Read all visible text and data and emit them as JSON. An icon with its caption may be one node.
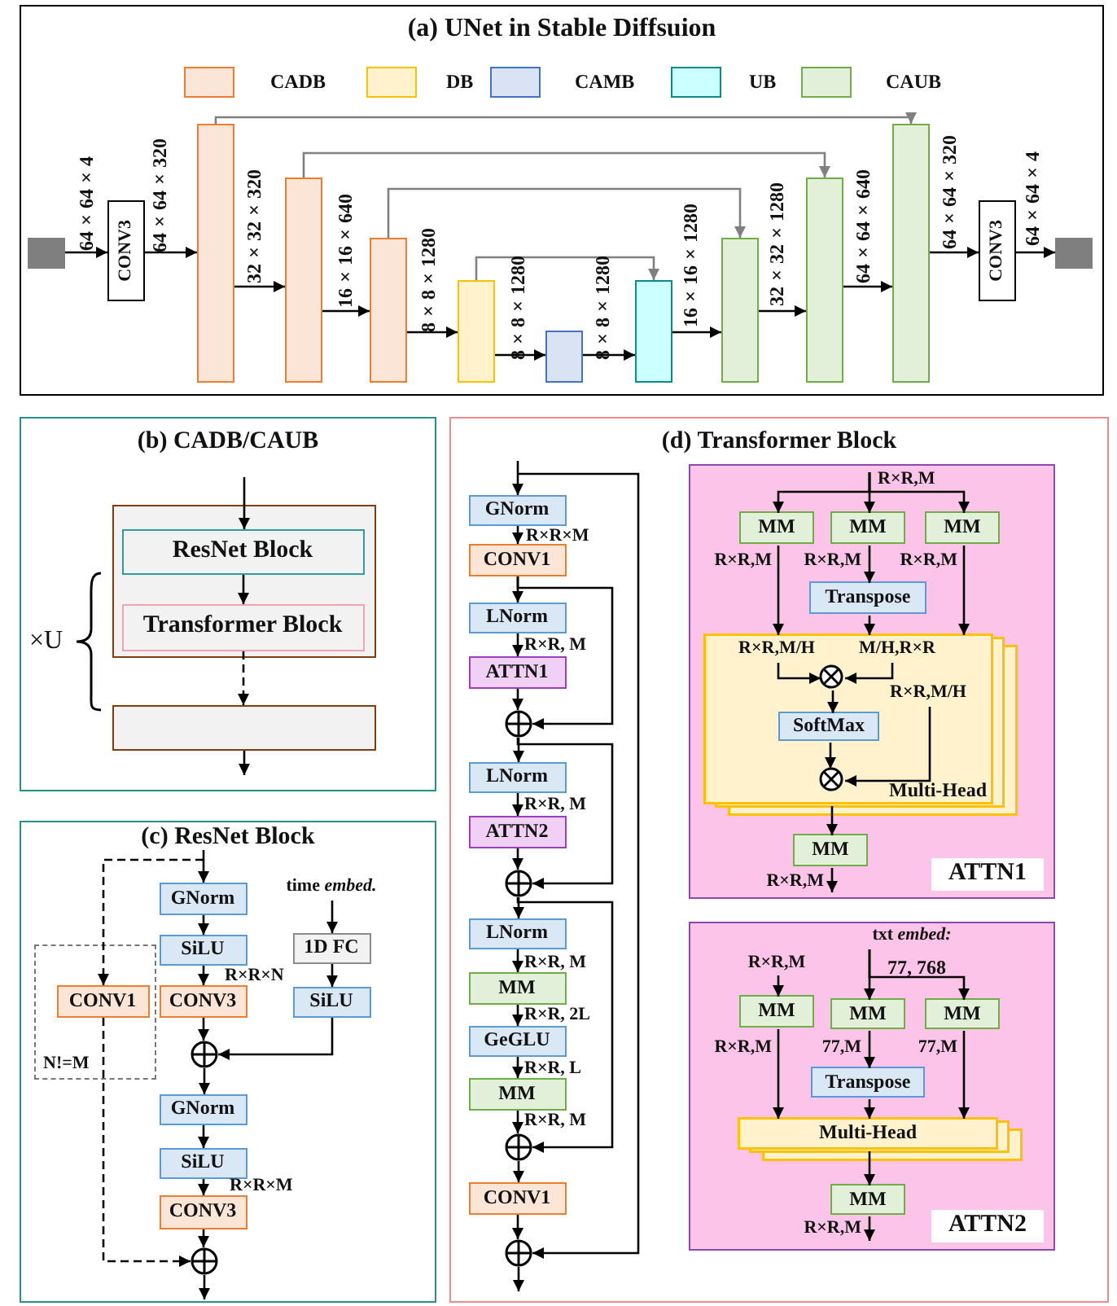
{
  "diagram": {
    "nodes": [
      {
        "text": [
          "(a) UNet in Stable Diffsuion"
        ]
      },
      {
        "text": [],
        "shape": "box",
        "in": 0
      },
      {
        "text": [
          "CONV3"
        ],
        "in": 0
      },
      {
        "text": [],
        "shape": "box",
        "in": 0
      },
      {
        "text": [],
        "shape": "box",
        "in": 0
      },
      {
        "text": [],
        "shape": "box",
        "in": 0
      },
      {
        "text": [],
        "shape": "box",
        "in": 0
      },
      {
        "text": [],
        "shape": "box",
        "in": 0
      },
      {
        "text": [],
        "shape": "box",
        "in": 0
      },
      {
        "text": [],
        "shape": "box",
        "in": 0
      },
      {
        "text": [],
        "shape": "box",
        "in": 0
      },
      {
        "text": [],
        "shape": "box",
        "in": 0
      },
      {
        "text": [
          "CONV3"
        ],
        "in": 0
      },
      {
        "text": [],
        "shape": "box",
        "in": 0
      },
      {
        "text": [
          "(b) CADB/CAUB"
        ]
      },
      {
        "text": [],
        "shape": "box",
        "in": 14
      },
      {
        "text": [
          "ResNet Block"
        ],
        "in": 15
      },
      {
        "text": [
          "Transformer Block"
        ],
        "in": 15
      },
      {
        "text": [],
        "shape": "box",
        "in": 14
      },
      {
        "text": [
          "(c) ResNet Block"
        ]
      },
      {
        "text": [
          "N!=M"
        ],
        "in": 19
      },
      {
        "text": [
          "CONV1"
        ],
        "in": 20
      },
      {
        "text": [
          "GNorm"
        ],
        "in": 19
      },
      {
        "text": [
          "time *embed.*"
        ],
        "in": 19
      },
      {
        "text": [
          "SiLU"
        ],
        "in": 19
      },
      {
        "text": [
          "1D FC"
        ],
        "in": 19
      },
      {
        "text": [
          "CONV3"
        ],
        "in": 19
      },
      {
        "text": [
          "SiLU"
        ],
        "in": 19
      },
      {
        "text": [],
        "shape": "circle",
        "in": 19
      },
      {
        "text": [
          "GNorm"
        ],
        "in": 19
      },
      {
        "text": [
          "SiLU"
        ],
        "in": 19
      },
      {
        "text": [
          "CONV3"
        ],
        "in": 19
      },
      {
        "text": [],
        "shape": "circle",
        "in": 19
      },
      {
        "text": [
          "(d) Transformer Block"
        ]
      },
      {
        "text": [
          "GNorm"
        ],
        "in": 33
      },
      {
        "text": [
          "CONV1"
        ],
        "in": 33
      },
      {
        "text": [
          "LNorm"
        ],
        "in": 33
      },
      {
        "text": [
          "ATTN1"
        ],
        "in": 33
      },
      {
        "text": [],
        "shape": "circle",
        "in": 33
      },
      {
        "text": [
          "LNorm"
        ],
        "in": 33
      },
      {
        "text": [
          "ATTN2"
        ],
        "in": 33
      },
      {
        "text": [],
        "shape": "circle",
        "in": 33
      },
      {
        "text": [
          "LNorm"
        ],
        "in": 33
      },
      {
        "text": [
          "MM"
        ],
        "in": 33
      },
      {
        "text": [
          "GeGLU"
        ],
        "in": 33
      },
      {
        "text": [
          "MM"
        ],
        "in": 33
      },
      {
        "text": [],
        "shape": "circle",
        "in": 33
      },
      {
        "text": [
          "CONV1"
        ],
        "in": 33
      },
      {
        "text": [],
        "shape": "circle",
        "in": 33
      },
      {
        "text": [
          "ATTN1"
        ],
        "in": 33
      },
      {
        "text": [
          "MM"
        ],
        "in": 49
      },
      {
        "text": [
          "MM"
        ],
        "in": 49
      },
      {
        "text": [
          "MM"
        ],
        "in": 49
      },
      {
        "text": [
          "Transpose"
        ],
        "in": 49
      },
      {
        "text": [
          "Multi-Head"
        ],
        "in": 49
      },
      {
        "text": [
          "R×R,M/H"
        ],
        "in": 54
      },
      {
        "text": [
          "M/H,R×R"
        ],
        "in": 54
      },
      {
        "text": [],
        "shape": "circle",
        "in": 54
      },
      {
        "text": [
          "R×R,M/H"
        ],
        "in": 54
      },
      {
        "text": [
          "SoftMax"
        ],
        "in": 54
      },
      {
        "text": [],
        "shape": "circle",
        "in": 54
      },
      {
        "text": [
          "MM"
        ],
        "in": 49
      },
      {
        "text": [
          "ATTN2"
        ],
        "in": 33
      },
      {
        "text": [
          "R×R,M"
        ],
        "in": 62
      },
      {
        "text": [
          "txt *embed:*"
        ],
        "in": 62
      },
      {
        "text": [
          "MM"
        ],
        "in": 62
      },
      {
        "text": [
          "MM"
        ],
        "in": 62
      },
      {
        "text": [
          "MM"
        ],
        "in": 62
      },
      {
        "text": [
          "Transpose"
        ],
        "in": 62
      },
      {
        "text": [
          "Multi-Head"
        ],
        "in": 62
      },
      {
        "text": [
          "MM"
        ],
        "in": 62
      }
    ],
    "edges": [
      {
        "from": 1,
        "to": 2,
        "arrow": "to",
        "label": "64×64×4"
      },
      {
        "from": 2,
        "to": 3,
        "arrow": "to",
        "label": "64×64×320"
      },
      {
        "from": 3,
        "to": 4,
        "arrow": "to",
        "label": "32×32×320"
      },
      {
        "from": 4,
        "to": 5,
        "arrow": "to",
        "label": "16×16×640"
      },
      {
        "from": 5,
        "to": 6,
        "arrow": "to",
        "label": "8×8×1280"
      },
      {
        "from": 6,
        "to": 7,
        "arrow": "to",
        "label": "8×8×1280"
      },
      {
        "from": 7,
        "to": 8,
        "arrow": "to",
        "label": "8×8×1280"
      },
      {
        "from": 8,
        "to": 9,
        "arrow": "to",
        "label": "16×16×1280"
      },
      {
        "from": 9,
        "to": 10,
        "arrow": "to",
        "label": "32×32×1280"
      },
      {
        "from": 10,
        "to": 11,
        "arrow": "to",
        "label": "64×64×640"
      },
      {
        "from": 11,
        "to": 12,
        "arrow": "to",
        "label": "64×64×320"
      },
      {
        "from": 12,
        "to": 13,
        "arrow": "to",
        "label": "64×64×4"
      },
      {
        "from": 3,
        "to": 11,
        "arrow": "to",
        "color": "#808080"
      },
      {
        "from": 4,
        "to": 10,
        "arrow": "to",
        "color": "#808080"
      },
      {
        "from": 5,
        "to": 9,
        "arrow": "to",
        "color": "#808080"
      },
      {
        "from": 6,
        "to": 8,
        "arrow": "to",
        "color": "#808080"
      },
      {
        "from": null,
        "to": 16,
        "arrow": "to"
      },
      {
        "from": 16,
        "to": 17,
        "arrow": "to"
      },
      {
        "from": 17,
        "to": 18,
        "arrow": "to",
        "style": "dashed"
      },
      {
        "from": 18,
        "to": null,
        "arrow": "to"
      },
      {
        "from": null,
        "to": 22,
        "arrow": "to"
      },
      {
        "from": null,
        "to": 21,
        "arrow": "to",
        "style": "dashed"
      },
      {
        "from": 22,
        "to": 24,
        "arrow": "to"
      },
      {
        "from": 24,
        "to": 26,
        "arrow": "to",
        "label": "R×R×N"
      },
      {
        "from": 26,
        "to": 28,
        "arrow": "to"
      },
      {
        "from": 23,
        "to": 25,
        "arrow": "to"
      },
      {
        "from": 25,
        "to": 27,
        "arrow": "to"
      },
      {
        "from": 27,
        "to": 28,
        "arrow": "to"
      },
      {
        "from": 28,
        "to": 29,
        "arrow": "to"
      },
      {
        "from": 29,
        "to": 30,
        "arrow": "to"
      },
      {
        "from": 30,
        "to": 31,
        "arrow": "to",
        "label": "R×R×M"
      },
      {
        "from": 31,
        "to": 32,
        "arrow": "to"
      },
      {
        "from": 21,
        "to": 32,
        "arrow": "to",
        "style": "dashed"
      },
      {
        "from": 32,
        "to": null,
        "arrow": "to"
      },
      {
        "from": null,
        "to": 34,
        "arrow": "to"
      },
      {
        "from": null,
        "to": 48,
        "arrow": "to"
      },
      {
        "from": 34,
        "to": 35,
        "arrow": "to",
        "label": "R×R×M"
      },
      {
        "from": 35,
        "to": 36,
        "arrow": "to"
      },
      {
        "from": 35,
        "to": 38,
        "arrow": "to"
      },
      {
        "from": 36,
        "to": 37,
        "arrow": "to",
        "label": "R×R, M"
      },
      {
        "from": 37,
        "to": 38,
        "arrow": "to"
      },
      {
        "from": 38,
        "to": 39,
        "arrow": "to"
      },
      {
        "from": 38,
        "to": 41,
        "arrow": "to"
      },
      {
        "from": 39,
        "to": 40,
        "arrow": "to",
        "label": "R×R, M"
      },
      {
        "from": 40,
        "to": 41,
        "arrow": "to"
      },
      {
        "from": 41,
        "to": 42,
        "arrow": "to"
      },
      {
        "from": 41,
        "to": 46,
        "arrow": "to"
      },
      {
        "from": 42,
        "to": 43,
        "arrow": "to",
        "label": "R×R, M"
      },
      {
        "from": 43,
        "to": 44,
        "arrow": "to",
        "label": "R×R, 2L"
      },
      {
        "from": 44,
        "to": 45,
        "arrow": "to",
        "label": "R×R, L"
      },
      {
        "from": 45,
        "to": 46,
        "arrow": "to",
        "label": "R×R, M"
      },
      {
        "from": 46,
        "to": 47,
        "arrow": "to"
      },
      {
        "from": 47,
        "to": 48,
        "arrow": "to"
      },
      {
        "from": 48,
        "to": null,
        "arrow": "to"
      },
      {
        "from": null,
        "to": 50,
        "arrow": "to"
      },
      {
        "from": null,
        "to": 51,
        "arrow": "to",
        "label": "R×R,M"
      },
      {
        "from": null,
        "to": 52,
        "arrow": "to"
      },
      {
        "from": 50,
        "to": 54,
        "arrow": "to",
        "label": "R×R,M"
      },
      {
        "from": 51,
        "to": 53,
        "arrow": "to",
        "label": "R×R,M"
      },
      {
        "from": 52,
        "to": 54,
        "arrow": "to",
        "label": "R×R,M"
      },
      {
        "from": 53,
        "to": 54,
        "arrow": "to"
      },
      {
        "from": 55,
        "to": 57,
        "arrow": "to"
      },
      {
        "from": 56,
        "to": 57,
        "arrow": "to"
      },
      {
        "from": 57,
        "to": 59,
        "arrow": "to"
      },
      {
        "from": 59,
        "to": 60,
        "arrow": "to"
      },
      {
        "from": 58,
        "to": 60,
        "arrow": "to"
      },
      {
        "from": 54,
        "to": 61,
        "arrow": "to"
      },
      {
        "from": 61,
        "to": null,
        "arrow": "to",
        "label": "R×R,M"
      },
      {
        "from": 63,
        "to": 65,
        "arrow": "to"
      },
      {
        "from": 64,
        "to": 66,
        "arrow": "to"
      },
      {
        "from": 64,
        "to": 67,
        "arrow": "to"
      },
      {
        "from": 65,
        "to": 69,
        "arrow": "to",
        "label": "R×R,M"
      },
      {
        "from": 66,
        "to": 68,
        "arrow": "to",
        "label": "77,M"
      },
      {
        "from": 68,
        "to": 69,
        "arrow": "to"
      },
      {
        "from": 67,
        "to": 69,
        "arrow": "to",
        "label": "77,M"
      },
      {
        "from": 69,
        "to": 70,
        "arrow": "to"
      },
      {
        "from": 70,
        "to": null,
        "arrow": "to",
        "label": "R×R,M"
      }
    ],
    "labels": [
      "×U",
      "77, 768"
    ],
    "legend": [
      {
        "text": "CADB",
        "color": "#fbe5d6"
      },
      {
        "text": "DB",
        "color": "#fff2cc"
      },
      {
        "text": "CAMB",
        "color": "#dae3f3"
      },
      {
        "text": "UB",
        "color": "#ccffff"
      },
      {
        "text": "CAUB",
        "color": "#e2f0d9"
      }
    ]
  }
}
